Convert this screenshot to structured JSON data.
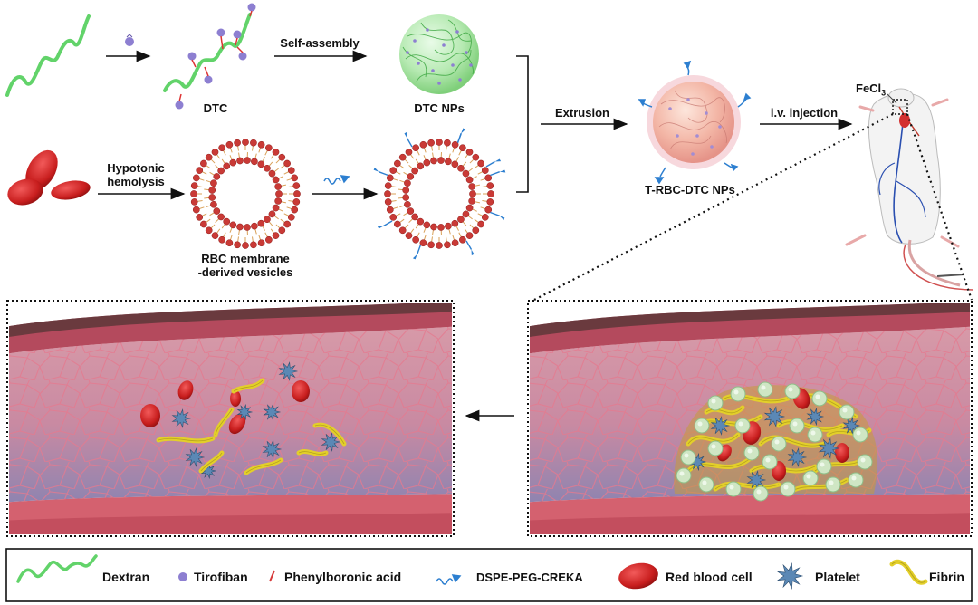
{
  "labels": {
    "dtc": "DTC",
    "self_assembly": "Self-assembly",
    "dtc_nps": "DTC NPs",
    "hypotonic_line1": "Hypotonic",
    "hypotonic_line2": "hemolysis",
    "rbc_line1": "RBC membrane",
    "rbc_line2": "-derived vesicles",
    "extrusion": "Extrusion",
    "t_rbc_dtc": "T-RBC-DTC NPs",
    "iv_injection": "i.v. injection",
    "fecl": "FeCl",
    "fecl_sub": "3"
  },
  "legend": {
    "dextran": "Dextran",
    "tirofiban": "Tirofiban",
    "phenylboronic": "Phenylboronic acid",
    "dspe": "DSPE-PEG-CREKA",
    "rbc": "Red blood cell",
    "platelet": "Platelet",
    "fibrin": "Fibrin"
  },
  "colors": {
    "dextran": "#62d36a",
    "tirofiban": "#8d7fd1",
    "rbc": "#d62828",
    "vessel": "#c96a7e",
    "fibrin": "#e3cf2a",
    "platelet": "#5b88b5",
    "peptide": "#2d7fd0"
  }
}
